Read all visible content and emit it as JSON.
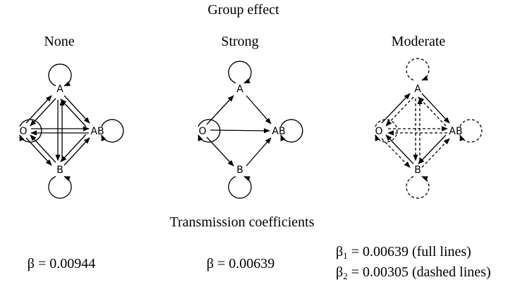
{
  "title": "Group effect",
  "panels": [
    {
      "heading": "None",
      "nodes": {
        "a": "A",
        "o": "O",
        "ab": "AB",
        "b": "B"
      }
    },
    {
      "heading": "Strong",
      "nodes": {
        "a": "A",
        "o": "O",
        "ab": "AB",
        "b": "B"
      }
    },
    {
      "heading": "Moderate",
      "nodes": {
        "a": "A",
        "o": "O",
        "ab": "AB",
        "b": "B"
      }
    }
  ],
  "subtitle": "Transmission coefficients",
  "coefficients": {
    "none": "β = 0.00944",
    "strong": "β = 0.00639",
    "moderate_1_symbol": "β",
    "moderate_1_sub": "1",
    "moderate_1_text": " = 0.00639 (full lines)",
    "moderate_2_symbol": "β",
    "moderate_2_sub": "2",
    "moderate_2_text": " = 0.00305 (dashed lines)"
  }
}
